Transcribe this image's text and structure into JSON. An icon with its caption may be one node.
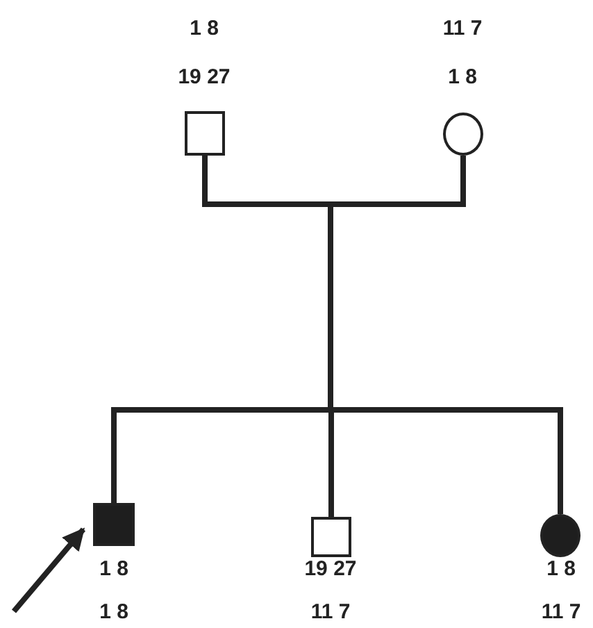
{
  "diagram": {
    "nodes": [
      {
        "text": [],
        "shape": "box",
        "beside": [
          "1 8",
          "19 27"
        ]
      },
      {
        "text": [],
        "shape": "circle",
        "beside": [
          "11 7",
          "1 8"
        ]
      },
      {
        "text": [],
        "shape": "box",
        "beside": [
          "1 8",
          "1 8"
        ]
      },
      {
        "text": [],
        "shape": "box",
        "beside": [
          "19 27",
          "11 7"
        ]
      },
      {
        "text": [],
        "shape": "circle",
        "beside": [
          "1 8",
          "11 7"
        ]
      }
    ],
    "edges": [
      {
        "from": 0,
        "to": 2,
        "arrow": "none"
      },
      {
        "from": 0,
        "to": 3,
        "arrow": "none"
      },
      {
        "from": 0,
        "to": 4,
        "arrow": "none"
      },
      {
        "from": 1,
        "to": 2,
        "arrow": "none"
      },
      {
        "from": 1,
        "to": 3,
        "arrow": "none"
      },
      {
        "from": 1,
        "to": 4,
        "arrow": "none"
      },
      {
        "from": null,
        "to": 2,
        "arrow": "to"
      }
    ]
  }
}
